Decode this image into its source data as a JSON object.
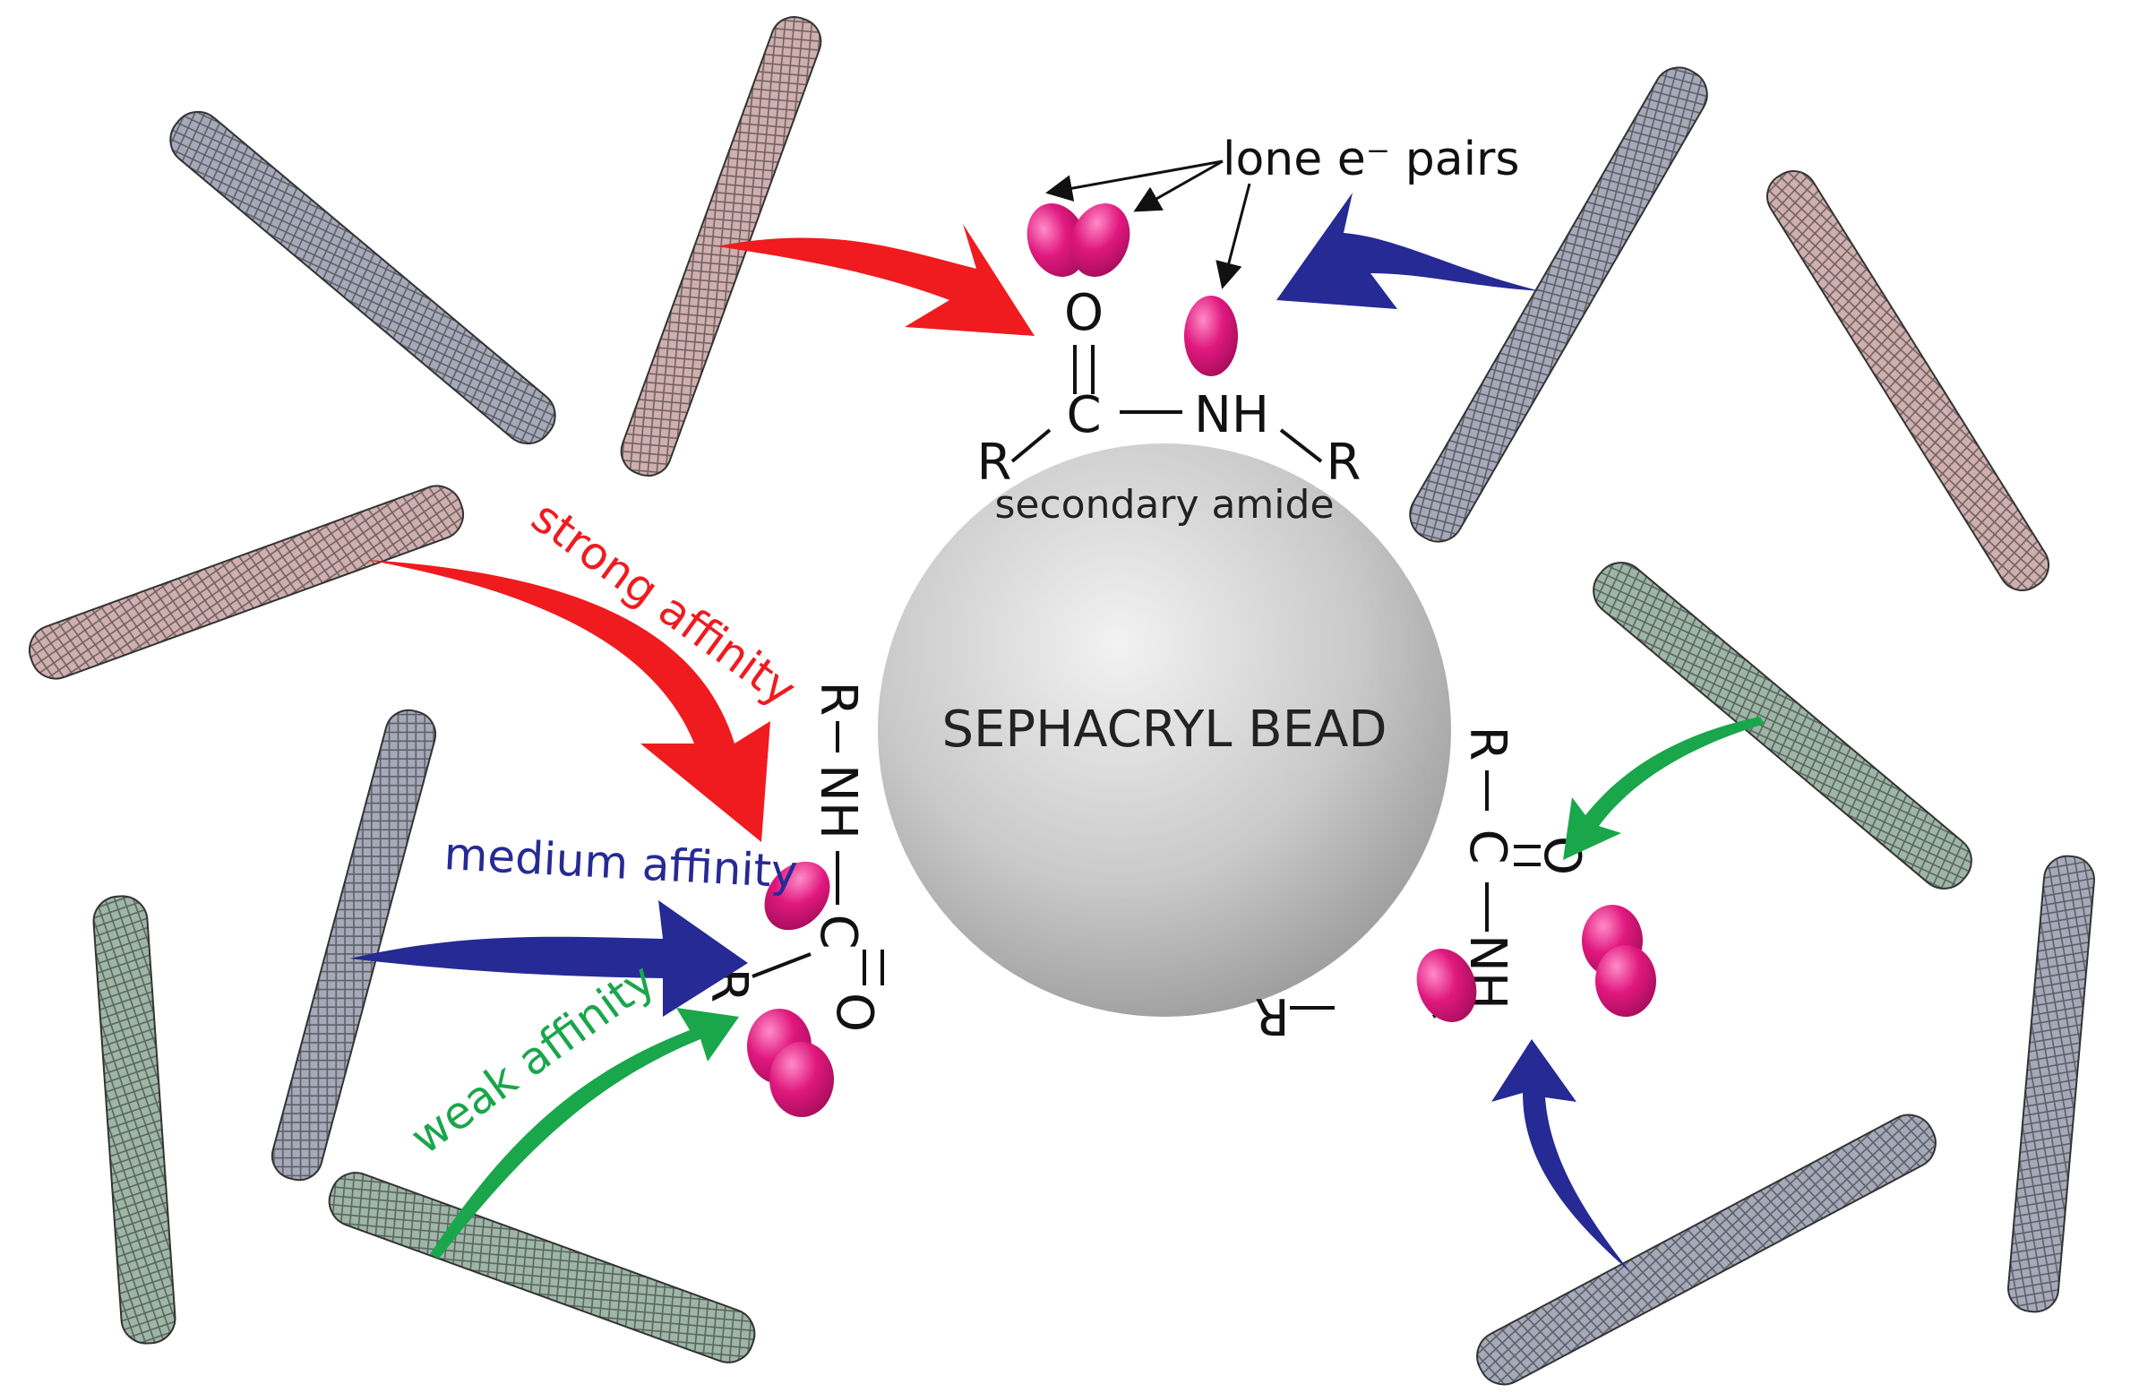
{
  "labels": {
    "lone_pairs": "lone e⁻ pairs",
    "secondary_amide": "secondary amide",
    "bead": "SEPHACRYL BEAD",
    "strong": "strong affinity",
    "medium": "medium affinity",
    "weak": "weak affinity"
  },
  "atoms": {
    "O": "O",
    "C": "C",
    "NH": "NH",
    "R": "R",
    "dash": "—",
    "dbl": "="
  },
  "colors": {
    "strong": "#ef1b1f",
    "medium": "#262a94",
    "weak": "#1aa64b",
    "lobe": "#e0187e",
    "tube_red": "#b07a7a",
    "tube_blue": "#5c6280",
    "tube_green": "#4f7a5f",
    "bead": "#c9c9c9"
  }
}
